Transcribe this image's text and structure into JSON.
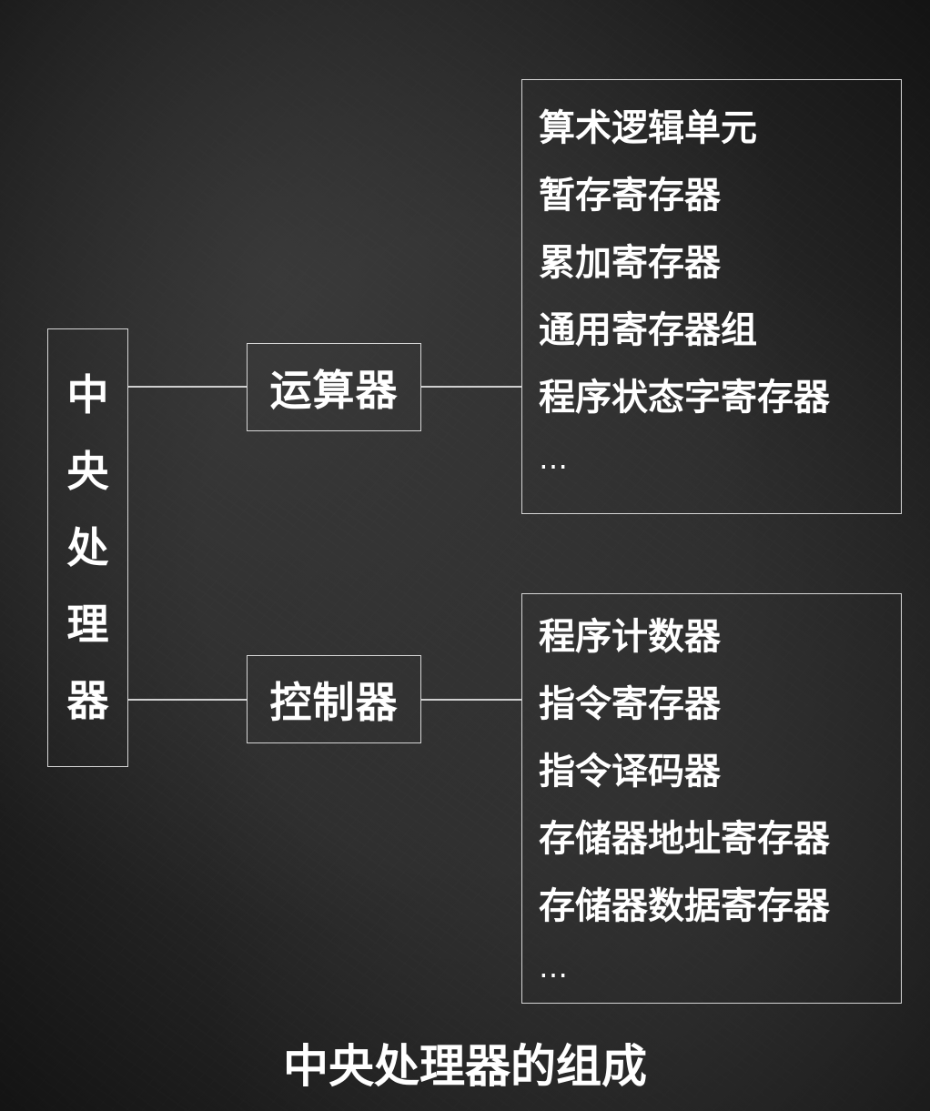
{
  "cpu": {
    "chars": [
      "中",
      "央",
      "处",
      "理",
      "器"
    ]
  },
  "alu": {
    "label": "运算器",
    "items": [
      "算术逻辑单元",
      "暂存寄存器",
      "累加寄存器",
      "通用寄存器组",
      "程序状态字寄存器",
      "…"
    ]
  },
  "control_unit": {
    "label": "控制器",
    "items": [
      "程序计数器",
      "指令寄存器",
      "指令译码器",
      "存储器地址寄存器",
      "存储器数据寄存器",
      "…"
    ]
  },
  "caption": "中央处理器的组成",
  "colors": {
    "background": "#2b2b2b",
    "line": "#d6d6d6",
    "text": "#ffffff"
  }
}
